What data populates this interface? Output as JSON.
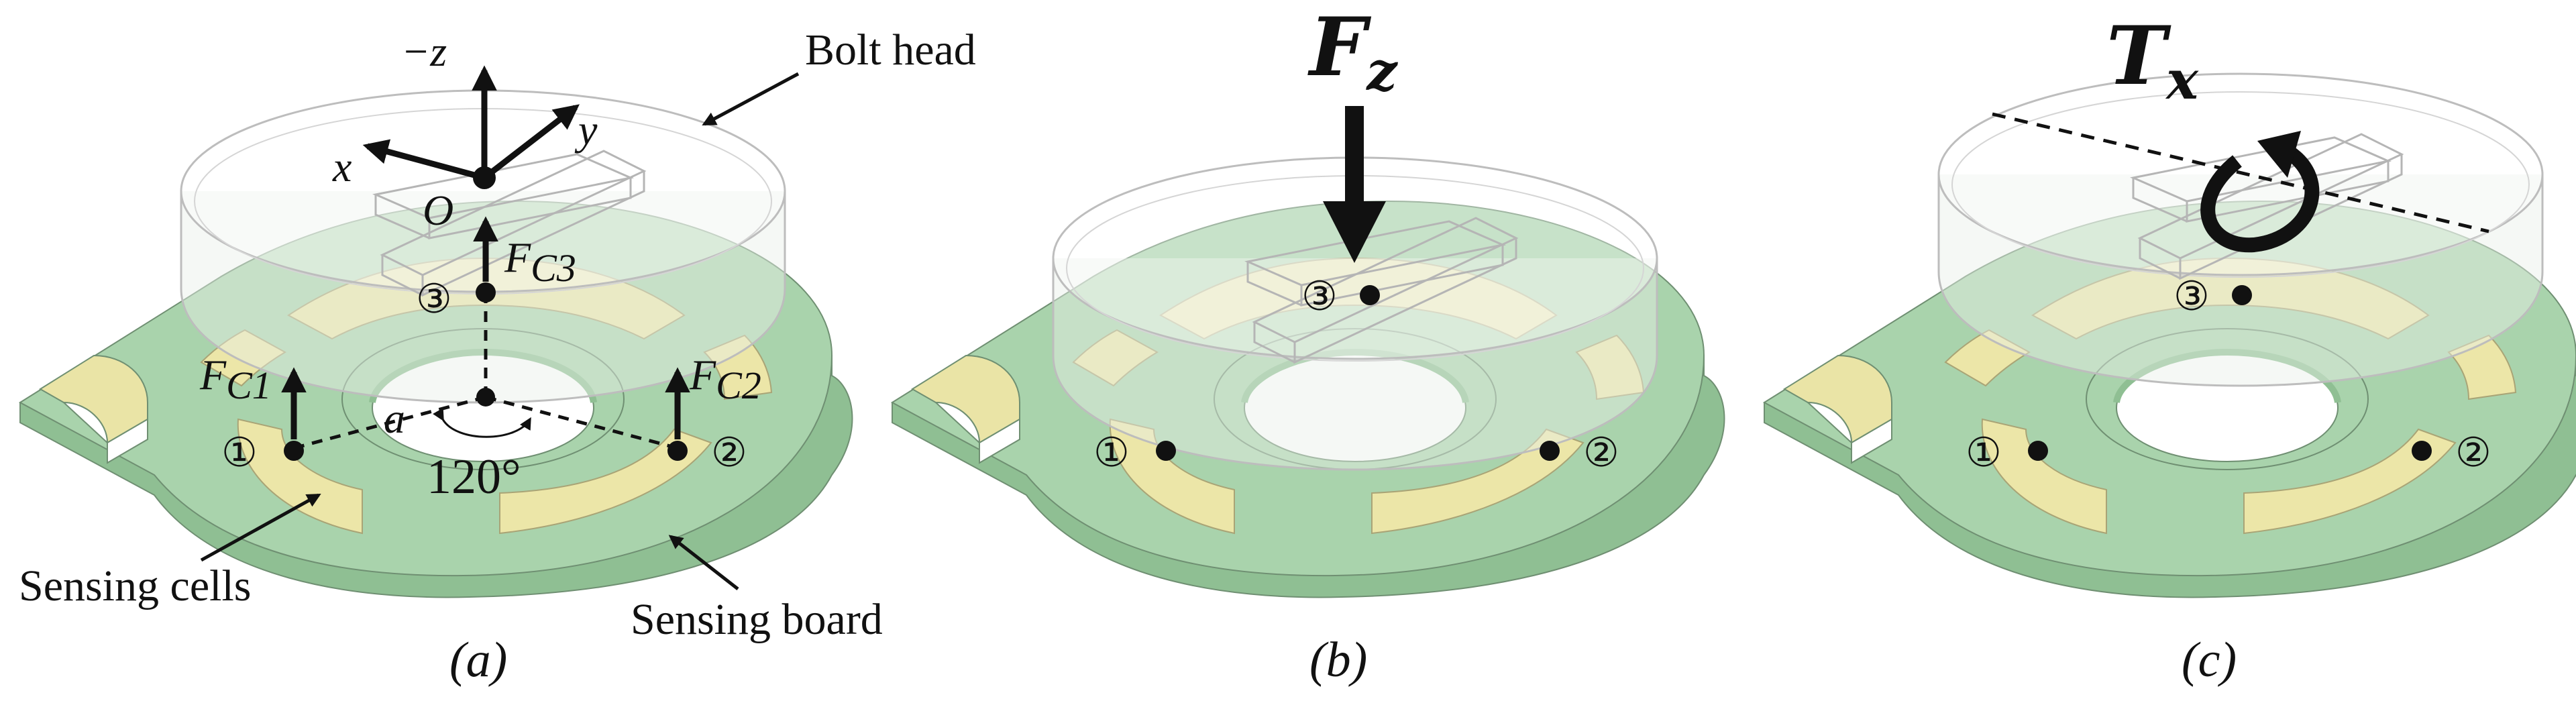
{
  "colors": {
    "board_fill": "#a9d3ac",
    "board_side": "#8fbf93",
    "board_edge": "#6f8f72",
    "cell_fill": "#ece6a8",
    "cell_edge": "#a9a476",
    "bolt_edge": "#bdbdbd",
    "arrow": "#111111"
  },
  "panel_a": {
    "caption": "(a)",
    "callouts": {
      "bolt_head": "Bolt head",
      "sensing_cells": "Sensing cells",
      "sensing_board": "Sensing board"
    },
    "axes": {
      "neg_z": "−z",
      "x": "x",
      "y": "y",
      "origin": "O"
    },
    "forces": [
      {
        "main": "F",
        "sub": "C1"
      },
      {
        "main": "F",
        "sub": "C2"
      },
      {
        "main": "F",
        "sub": "C3"
      }
    ],
    "radius_label": "a",
    "angle_label": "120°",
    "cells": [
      "①",
      "②",
      "③"
    ]
  },
  "panel_b": {
    "caption": "(b)",
    "load": {
      "main": "F",
      "sub": "z"
    },
    "cells": [
      "①",
      "②",
      "③"
    ]
  },
  "panel_c": {
    "caption": "(c)",
    "load": {
      "main": "T",
      "sub": "x"
    },
    "cells": [
      "①",
      "②",
      "③"
    ]
  }
}
